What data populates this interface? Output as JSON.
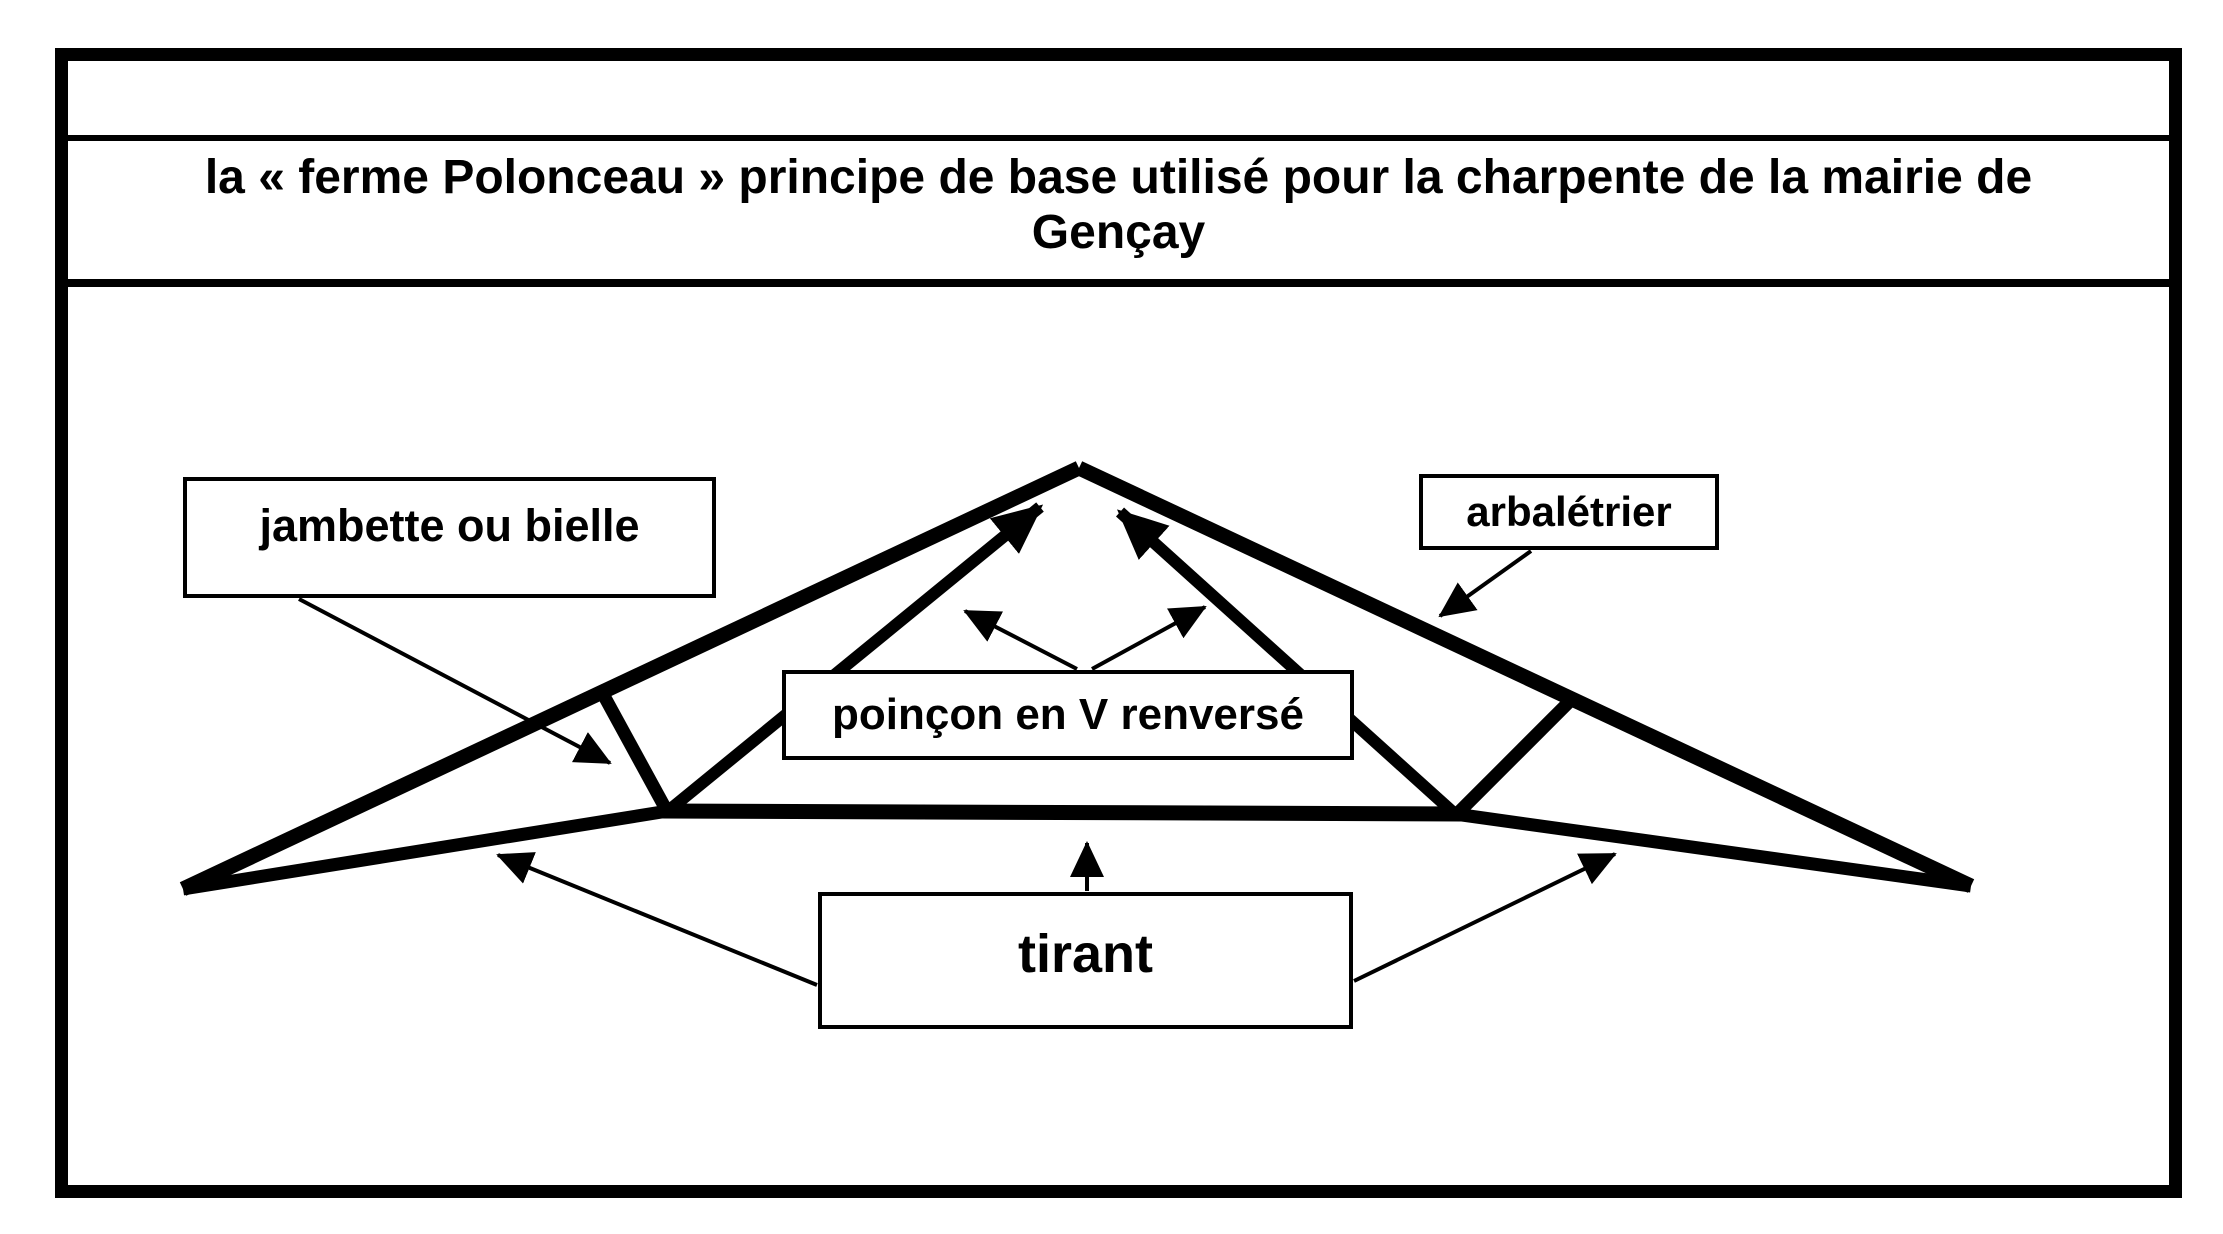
{
  "title": {
    "line1": "la « ferme Polonceau » principe de base utilisé pour la charpente de la mairie de",
    "line2": "Gençay"
  },
  "labels": {
    "jambette": "jambette ou bielle",
    "poincon": "poinçon en V renversé",
    "arbaletrier": "arbalétrier",
    "tirant": "tirant"
  },
  "colors": {
    "line": "#000000",
    "background": "#ffffff"
  }
}
